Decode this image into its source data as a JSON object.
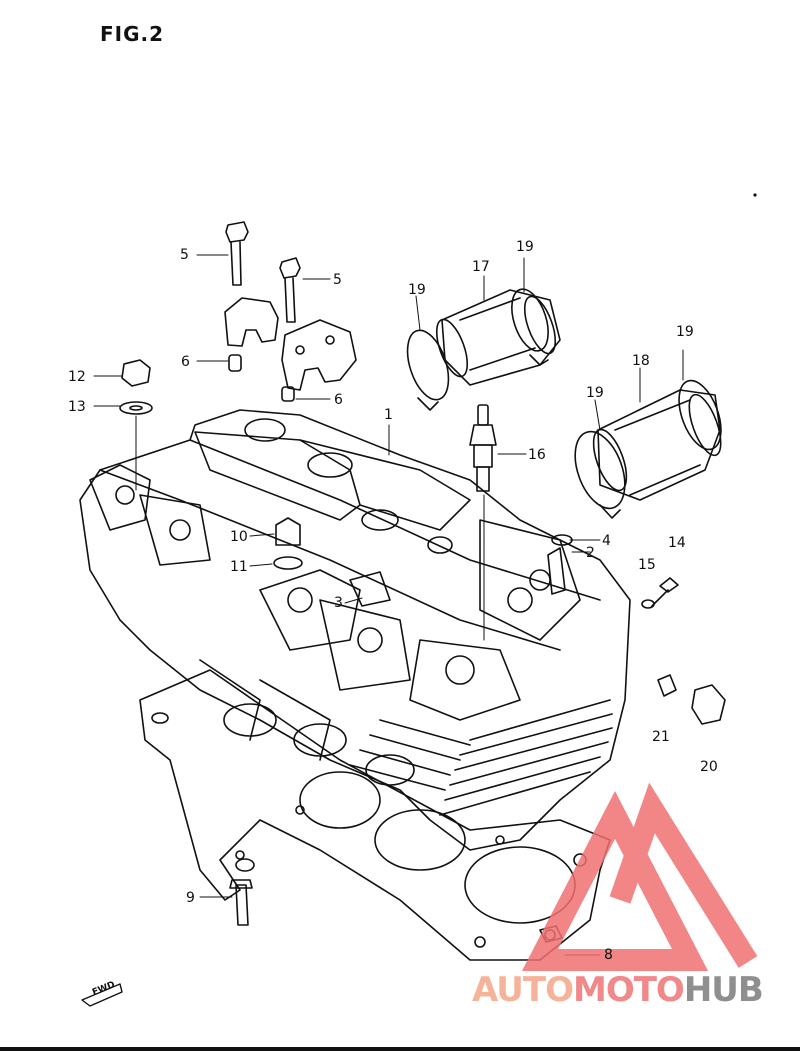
{
  "figure": {
    "title": "FIG.2"
  },
  "callouts": [
    {
      "id": "c1",
      "label": "1"
    },
    {
      "id": "c2",
      "label": "2"
    },
    {
      "id": "c3",
      "label": "3"
    },
    {
      "id": "c4",
      "label": "4"
    },
    {
      "id": "c5a",
      "label": "5"
    },
    {
      "id": "c5b",
      "label": "5"
    },
    {
      "id": "c6a",
      "label": "6"
    },
    {
      "id": "c6b",
      "label": "6"
    },
    {
      "id": "c8",
      "label": "8"
    },
    {
      "id": "c9",
      "label": "9"
    },
    {
      "id": "c10",
      "label": "10"
    },
    {
      "id": "c11",
      "label": "11"
    },
    {
      "id": "c12",
      "label": "12"
    },
    {
      "id": "c13",
      "label": "13"
    },
    {
      "id": "c14",
      "label": "14"
    },
    {
      "id": "c15",
      "label": "15"
    },
    {
      "id": "c16",
      "label": "16"
    },
    {
      "id": "c17",
      "label": "17"
    },
    {
      "id": "c18",
      "label": "18"
    },
    {
      "id": "c19a",
      "label": "19"
    },
    {
      "id": "c19b",
      "label": "19"
    },
    {
      "id": "c19c",
      "label": "19"
    },
    {
      "id": "c19d",
      "label": "19"
    },
    {
      "id": "c20",
      "label": "20"
    },
    {
      "id": "c21",
      "label": "21"
    }
  ],
  "direction_marker": {
    "text": "FWD"
  },
  "watermark": {
    "part1": "AUTO",
    "part2": "MOTO",
    "part3": "HUB",
    "colors": {
      "auto": "#f5b49a",
      "moto": "#f08a8a",
      "hub": "#8f8f8f",
      "triangle": "#f07070"
    }
  }
}
